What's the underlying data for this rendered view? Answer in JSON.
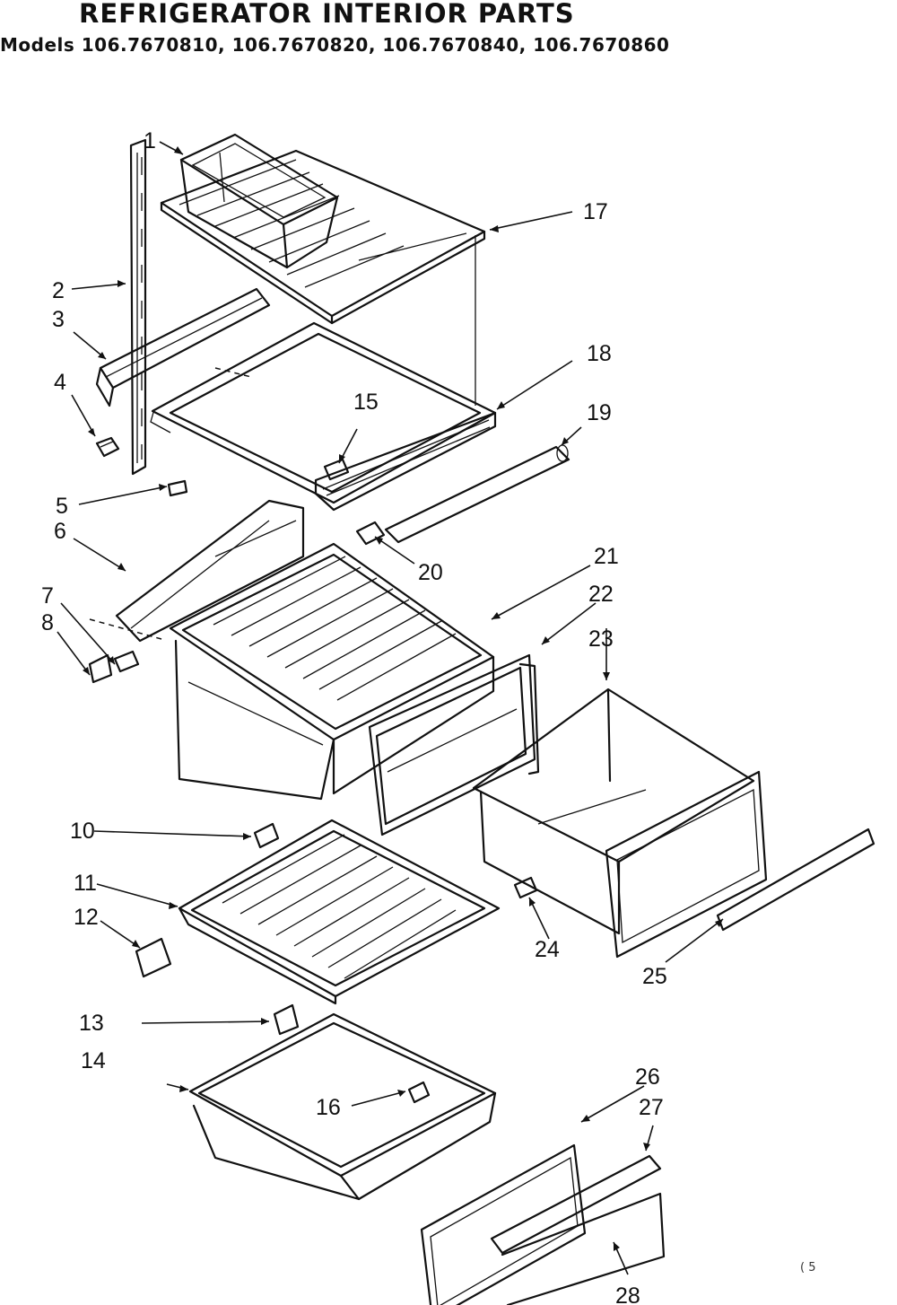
{
  "header": {
    "title": "REFRIGERATOR INTERIOR PARTS",
    "models": "Models 106.7670810, 106.7670820, 106.7670840, 106.7670860"
  },
  "callouts": [
    "1",
    "2",
    "3",
    "4",
    "5",
    "6",
    "7",
    "8",
    "10",
    "11",
    "12",
    "13",
    "14",
    "15",
    "16",
    "17",
    "18",
    "19",
    "20",
    "21",
    "22",
    "23",
    "24",
    "25",
    "26",
    "27",
    "28"
  ],
  "corner_mark": "( 5"
}
